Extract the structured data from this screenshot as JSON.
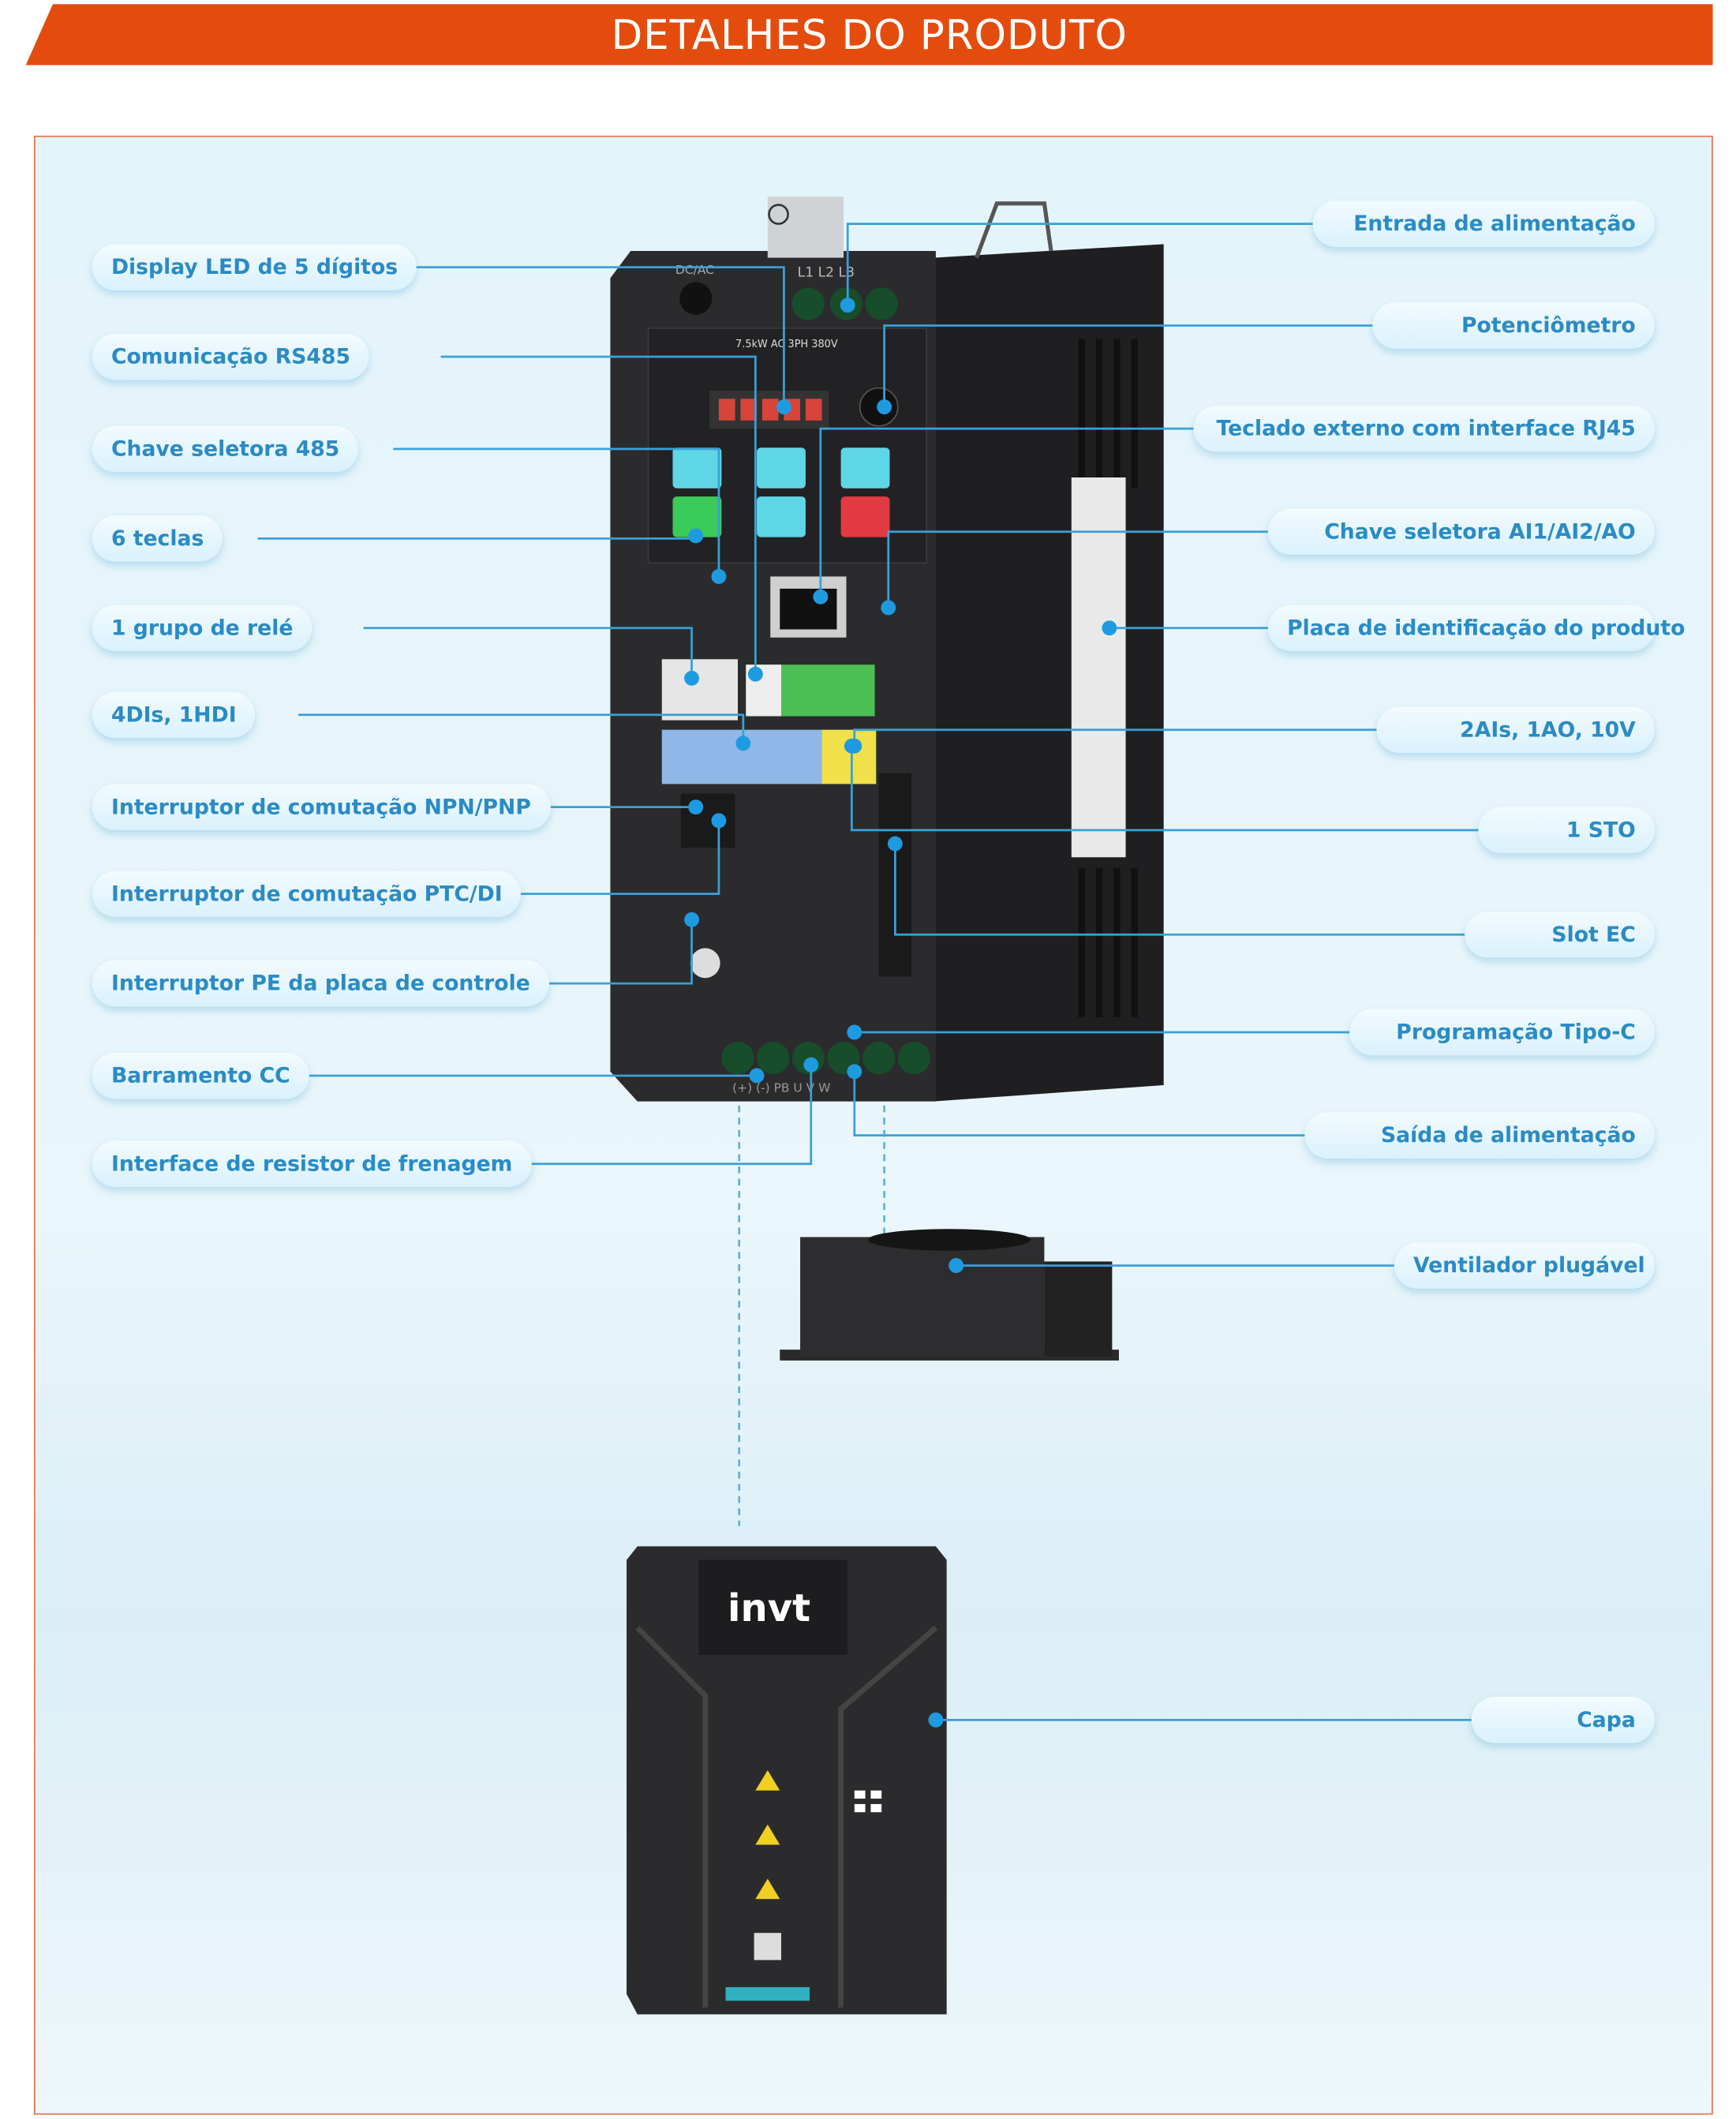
{
  "header": {
    "title": "DETALHES DO PRODUTO"
  },
  "colors": {
    "accent": "#e44c0e",
    "label_text": "#2b8bc4",
    "leader_line": "#3aa0d8",
    "device": "#2b2b2d"
  },
  "device": {
    "rating": "7.5kW AC 3PH 380V",
    "input_terminals": "L1 L2 L3",
    "dcac": "DC/AC",
    "output_terminals": "(+) (-) PB U V W",
    "brand": "invt"
  },
  "left_labels": [
    {
      "text": "Display LED de 5 dígitos"
    },
    {
      "text": "Comunicação RS485"
    },
    {
      "text": "Chave seletora 485"
    },
    {
      "text": "6 teclas"
    },
    {
      "text": "1 grupo de relé"
    },
    {
      "text": "4DIs, 1HDI"
    },
    {
      "text": "Interruptor de comutação NPN/PNP"
    },
    {
      "text": "Interruptor de comutação PTC/DI"
    },
    {
      "text": "Interruptor PE da placa de controle"
    },
    {
      "text": "Barramento CC"
    },
    {
      "text": "Interface de resistor de frenagem"
    }
  ],
  "right_labels": [
    {
      "text": "Entrada de alimentação"
    },
    {
      "text": "Potenciômetro"
    },
    {
      "text": "Teclado externo com interface RJ45"
    },
    {
      "text": "Chave seletora AI1/AI2/AO"
    },
    {
      "text": "Placa de identificação do produto"
    },
    {
      "text": "2AIs, 1AO, 10V"
    },
    {
      "text": "1 STO"
    },
    {
      "text": "Slot EC"
    },
    {
      "text": "Programação Tipo-C"
    },
    {
      "text": "Saída de alimentação"
    },
    {
      "text": "Ventilador plugável"
    },
    {
      "text": "Capa"
    }
  ]
}
